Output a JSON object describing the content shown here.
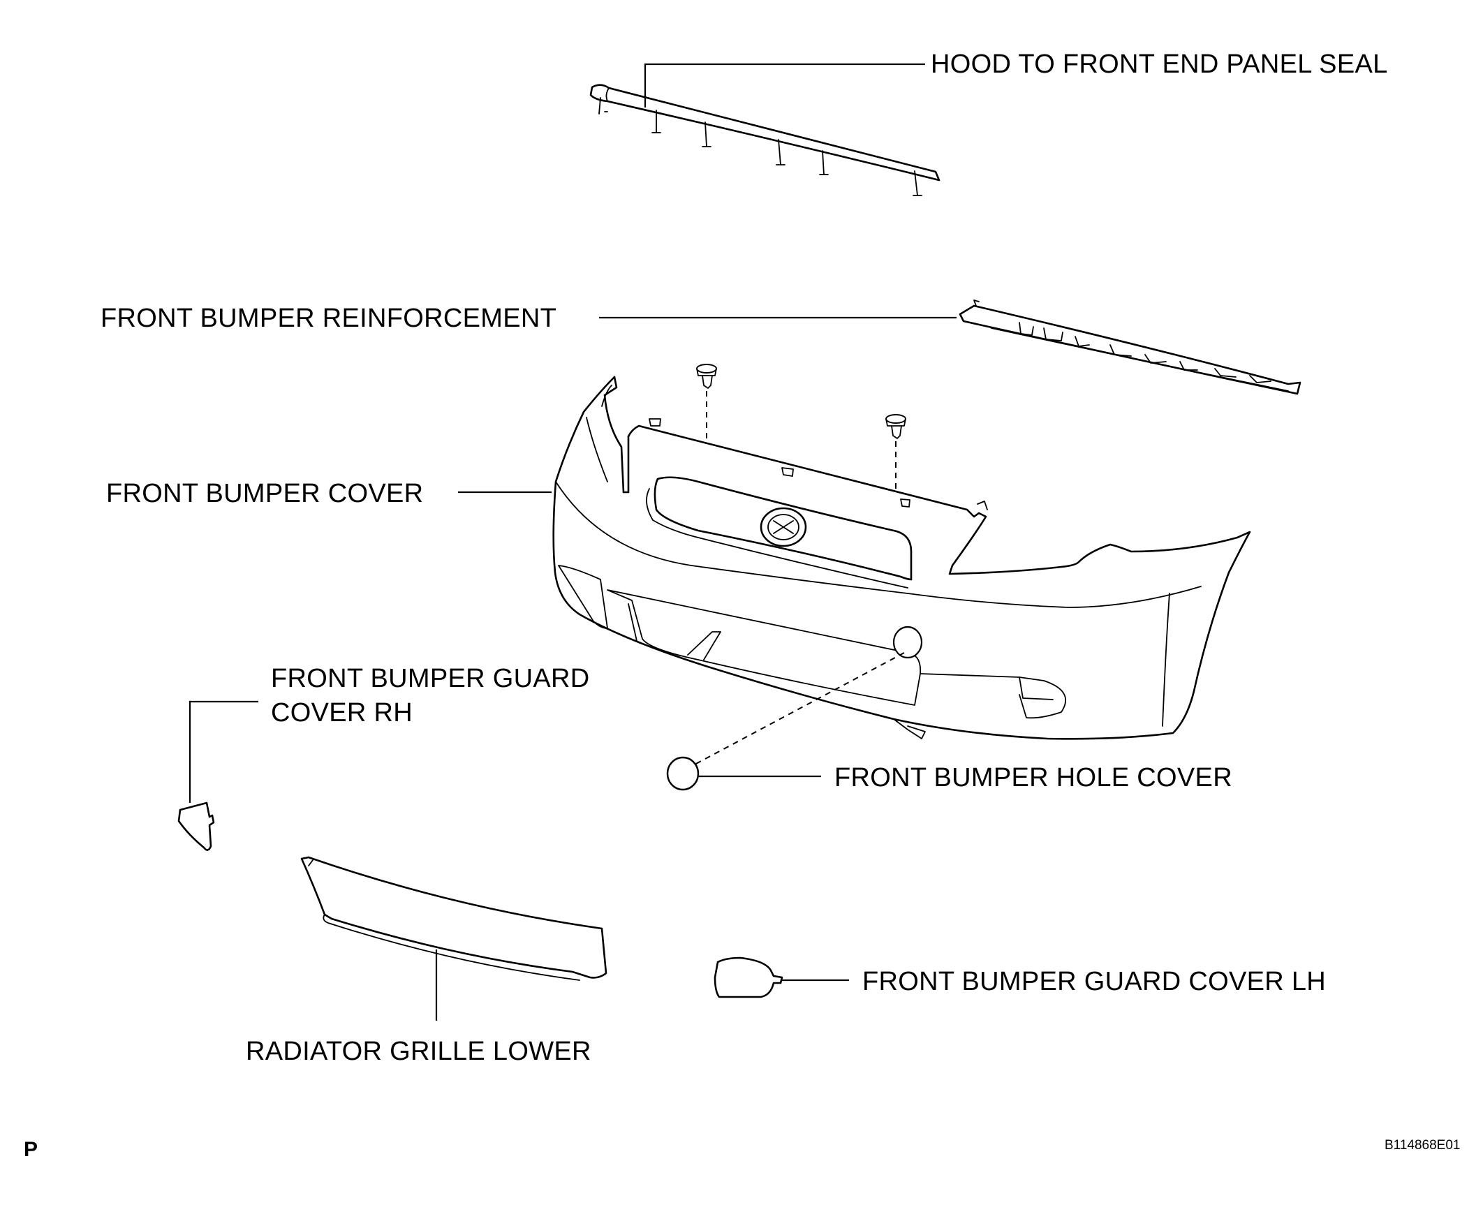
{
  "labels": {
    "hood_seal": "HOOD TO FRONT END PANEL SEAL",
    "reinforcement": "FRONT BUMPER REINFORCEMENT",
    "bumper_cover": "FRONT BUMPER COVER",
    "guard_rh_line1": "FRONT BUMPER GUARD",
    "guard_rh_line2": "COVER RH",
    "hole_cover": "FRONT BUMPER HOLE COVER",
    "guard_lh": "FRONT BUMPER GUARD COVER LH",
    "grille_lower": "RADIATOR GRILLE LOWER"
  },
  "corner_mark": "P",
  "figure_code": "B114868E01"
}
